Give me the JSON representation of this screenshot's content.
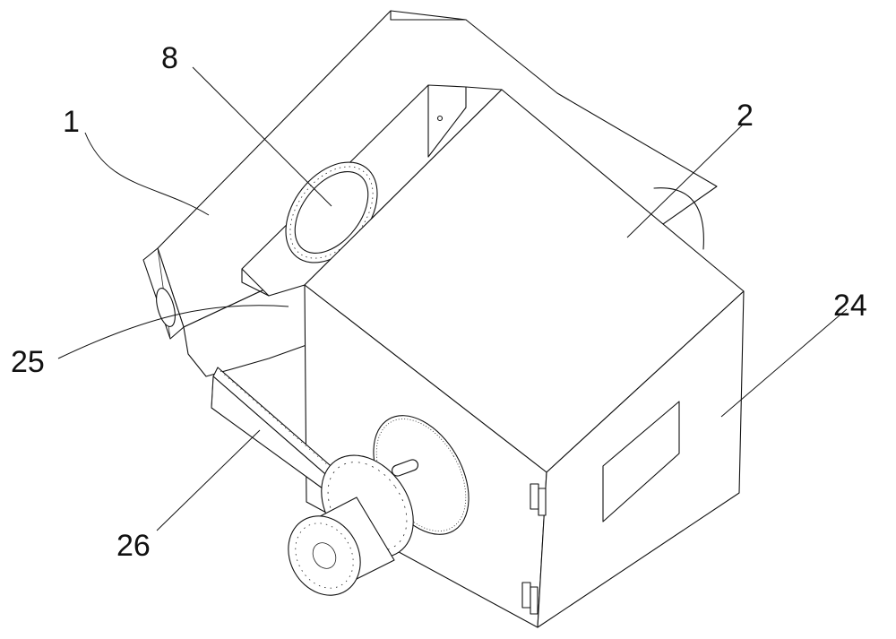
{
  "labels": {
    "housing": "1",
    "cover": "2",
    "port": "8",
    "side_door": "24",
    "edge": "25",
    "rail": "26"
  }
}
